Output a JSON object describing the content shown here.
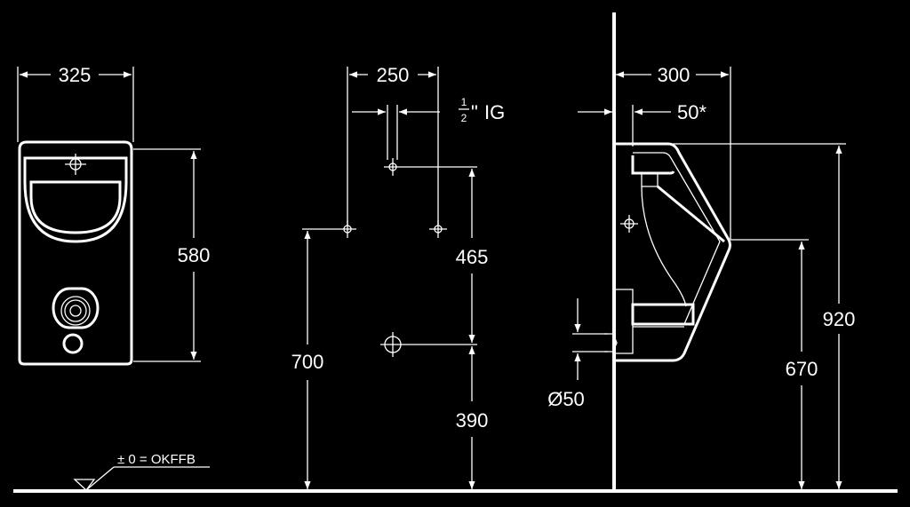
{
  "dimensions": {
    "front_width": "325",
    "front_height": "580",
    "inlet_spacing": "250",
    "inlet_drop": "465",
    "mount_height": "700",
    "outlet_height": "390",
    "side_depth": "300",
    "wall_offset": "50*",
    "total_height": "920",
    "rim_height": "670",
    "outlet_diameter": "Ø50"
  },
  "thread": {
    "fraction_num": "1",
    "fraction_den": "2",
    "unit": "\"",
    "type": "IG"
  },
  "floor_reference": "± 0 = OKFFB"
}
